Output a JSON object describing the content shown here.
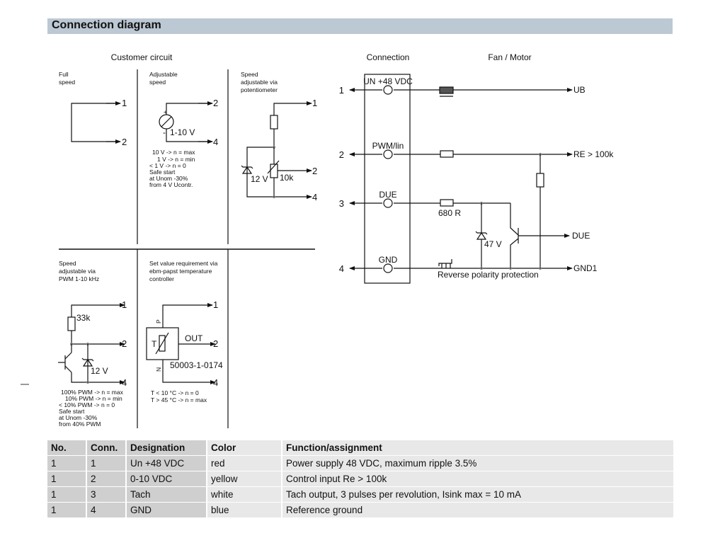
{
  "header": {
    "title": "Connection diagram"
  },
  "customer_circuit": {
    "heading": "Customer circuit",
    "panels": [
      {
        "id": "full-speed",
        "caption": [
          "Full",
          "speed"
        ],
        "pins": [
          "1",
          "2"
        ]
      },
      {
        "id": "adjustable-speed",
        "caption": [
          "Adjustable",
          "speed"
        ],
        "pins": [
          "2",
          "4"
        ],
        "source_plus": "+",
        "source_minus": "-",
        "source_label": "1-10 V",
        "notes": [
          "10 V -> n = max",
          "1 V -> n = min",
          "< 1 V -> n = 0",
          "Safe start",
          "at Unom -30%",
          "from 4 V Ucontr."
        ]
      },
      {
        "id": "potentiometer",
        "caption": [
          "Speed",
          "adjustable via",
          "potentiometer"
        ],
        "pins": [
          "1",
          "2",
          "4"
        ],
        "zener_label": "12 V",
        "pot_label": "10k"
      },
      {
        "id": "pwm",
        "caption": [
          "Speed",
          "adjustable via",
          "PWM 1-10 kHz"
        ],
        "pins": [
          "1",
          "2",
          "4"
        ],
        "resistor_label": "33k",
        "zener_label": "12 V",
        "notes": [
          "100% PWM -> n = max",
          "10% PWM -> n = min",
          "< 10% PWM -> n = 0",
          "Safe start",
          "at Unom -30%",
          "from 40% PWM"
        ]
      },
      {
        "id": "temperature-controller",
        "caption": [
          "Set value requirement via",
          "ebm-papst temperature",
          "controller"
        ],
        "pins": [
          "1",
          "2",
          "4"
        ],
        "p_label": "P",
        "n_label": "N",
        "t_label": "T",
        "out_label": "OUT",
        "part_no": "50003-1-0174",
        "notes": [
          "T < 10 °C -> n = 0",
          "T > 45 °C -> n = max"
        ]
      }
    ]
  },
  "connection": {
    "heading": "Connection",
    "terminals": [
      {
        "pin": "1",
        "label": "UN +48 VDC"
      },
      {
        "pin": "2",
        "label": "PWM/lin"
      },
      {
        "pin": "3",
        "label": "DUE"
      },
      {
        "pin": "4",
        "label": "GND"
      }
    ]
  },
  "fan_motor": {
    "heading": "Fan / Motor",
    "outputs": [
      "UB",
      "RE > 100k",
      "DUE",
      "GND1"
    ],
    "resistor_label": "680 R",
    "zener_label": "47 V",
    "protection_label": "Reverse polarity protection"
  },
  "table": {
    "columns": [
      "No.",
      "Conn.",
      "Designation",
      "Color",
      "Function/assignment"
    ],
    "rows": [
      [
        "1",
        "1",
        "Un +48 VDC",
        "red",
        "Power supply 48 VDC, maximum ripple 3.5%"
      ],
      [
        "1",
        "2",
        "0-10 VDC",
        "yellow",
        "Control input Re > 100k"
      ],
      [
        "1",
        "3",
        "Tach",
        "white",
        "Tach output, 3 pulses per revolution, Isink max = 10 mA"
      ],
      [
        "1",
        "4",
        "GND",
        "blue",
        "Reference ground"
      ]
    ]
  }
}
